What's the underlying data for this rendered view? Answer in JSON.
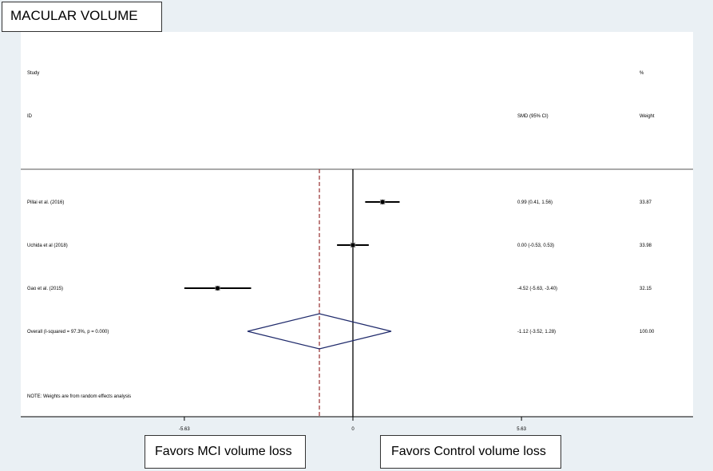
{
  "title_box": "MACULAR VOLUME",
  "favors": {
    "left": "Favors MCI volume loss",
    "right": "Favors Control volume loss"
  },
  "colors": {
    "frame_bg": "#eaf0f4",
    "null_line": "#000000",
    "overall_line": "#8b1a1a",
    "diamond": "#1f2a6b",
    "ci_line": "#000000"
  },
  "chart_data": {
    "type": "forest",
    "title": "MACULAR VOLUME",
    "columns": {
      "study_header": [
        "Study",
        "ID"
      ],
      "effect_header": "SMD (95% CI)",
      "weight_header": [
        "%",
        "Weight"
      ]
    },
    "studies": [
      {
        "label": "Pillai et al. (2016)",
        "estimate": 0.99,
        "lower": 0.41,
        "upper": 1.56,
        "ci_text": "0.99 (0.41, 1.56)",
        "weight": 33.87,
        "weight_text": "33.87"
      },
      {
        "label": "Uchida et al (2018)",
        "estimate": 0.0,
        "lower": -0.53,
        "upper": 0.53,
        "ci_text": "0.00 (-0.53, 0.53)",
        "weight": 33.98,
        "weight_text": "33.98"
      },
      {
        "label": "Gao et al. (2015)",
        "estimate": -4.52,
        "lower": -5.63,
        "upper": -3.4,
        "ci_text": "-4.52 (-5.63, -3.40)",
        "weight": 32.15,
        "weight_text": "32.15"
      }
    ],
    "overall": {
      "label": "Overall  (I-squared = 97.3%, p = 0.000)",
      "estimate": -1.12,
      "lower": -3.52,
      "upper": 1.28,
      "ci_text": "-1.12 (-3.52, 1.28)",
      "weight_text": "100.00"
    },
    "note": "NOTE: Weights are from random effects analysis",
    "xticks": [
      -5.63,
      0,
      5.63
    ],
    "xtick_labels": [
      "-5.63",
      "0",
      "5.63"
    ],
    "null_value": 0
  }
}
